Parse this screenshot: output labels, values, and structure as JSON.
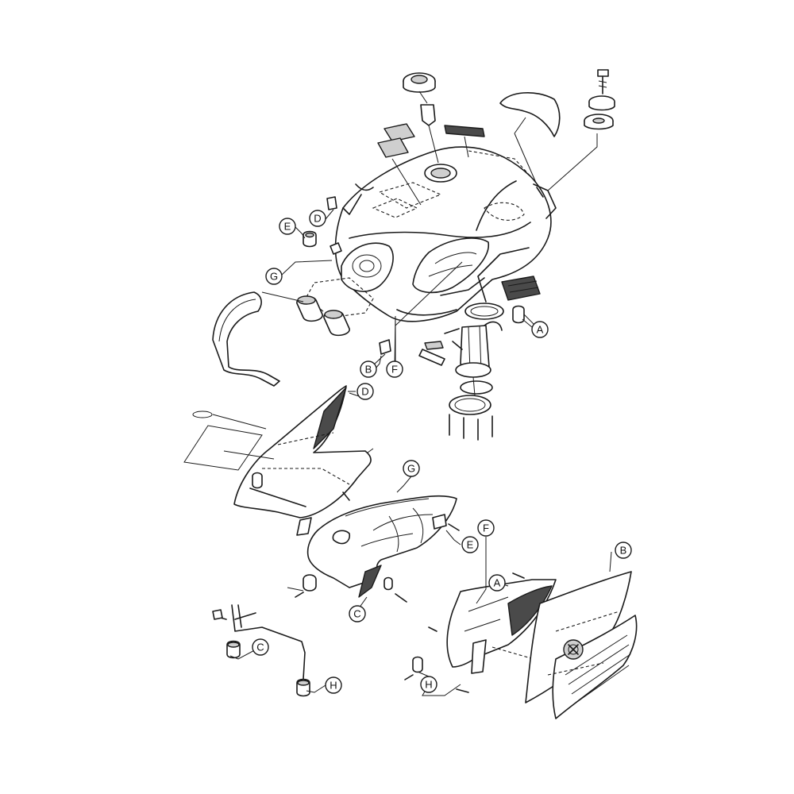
{
  "callouts": {
    "e1": "E",
    "d1": "D",
    "g1": "G",
    "b1": "B",
    "f1": "F",
    "a1": "A",
    "d2": "D",
    "g2": "G",
    "e2": "E",
    "f2": "F",
    "a2": "A",
    "b2": "B",
    "c1": "C",
    "h1": "H",
    "c2": "C",
    "h2": "H"
  },
  "colors": {
    "line": "#1a1a1a",
    "background": "#ffffff",
    "shade": "#cfcfcf",
    "dark": "#4a4a4a"
  }
}
